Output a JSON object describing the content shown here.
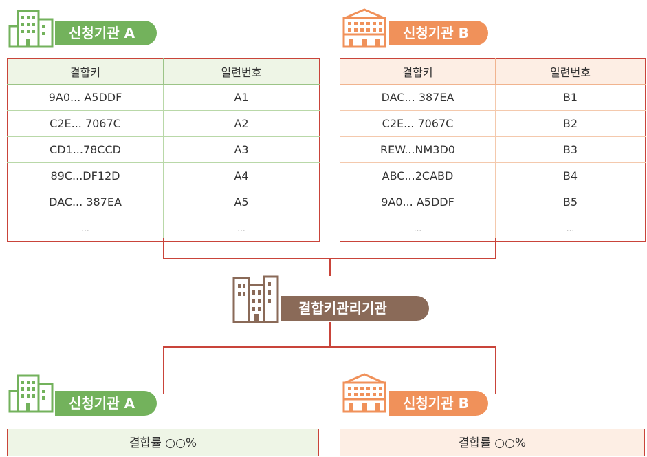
{
  "agencyA": {
    "label": "신청기관 A"
  },
  "agencyB": {
    "label": "신청기관 B"
  },
  "manager": {
    "label": "결합키관리기관"
  },
  "table": {
    "col_key": "결합키",
    "col_serial": "일련번호",
    "rowsA": [
      {
        "key": "9A0... A5DDF",
        "serial": "A1"
      },
      {
        "key": "C2E... 7067C",
        "serial": "A2"
      },
      {
        "key": "CD1...78CCD",
        "serial": "A3"
      },
      {
        "key": "89C...DF12D",
        "serial": "A4"
      },
      {
        "key": "DAC... 387EA",
        "serial": "A5"
      },
      {
        "key": "...",
        "serial": "..."
      }
    ],
    "rowsB": [
      {
        "key": "DAC... 387EA",
        "serial": "B1"
      },
      {
        "key": "C2E... 7067C",
        "serial": "B2"
      },
      {
        "key": "REW...NM3D0",
        "serial": "B3"
      },
      {
        "key": "ABC...2CABD",
        "serial": "B4"
      },
      {
        "key": "9A0... A5DDF",
        "serial": "B5"
      },
      {
        "key": "...",
        "serial": "..."
      }
    ]
  },
  "result": {
    "rate_label": "결합률 ○○%"
  },
  "colors": {
    "green": "#73b25c",
    "orange": "#f0915a",
    "brown": "#8a6a58",
    "line": "#c9443a"
  }
}
